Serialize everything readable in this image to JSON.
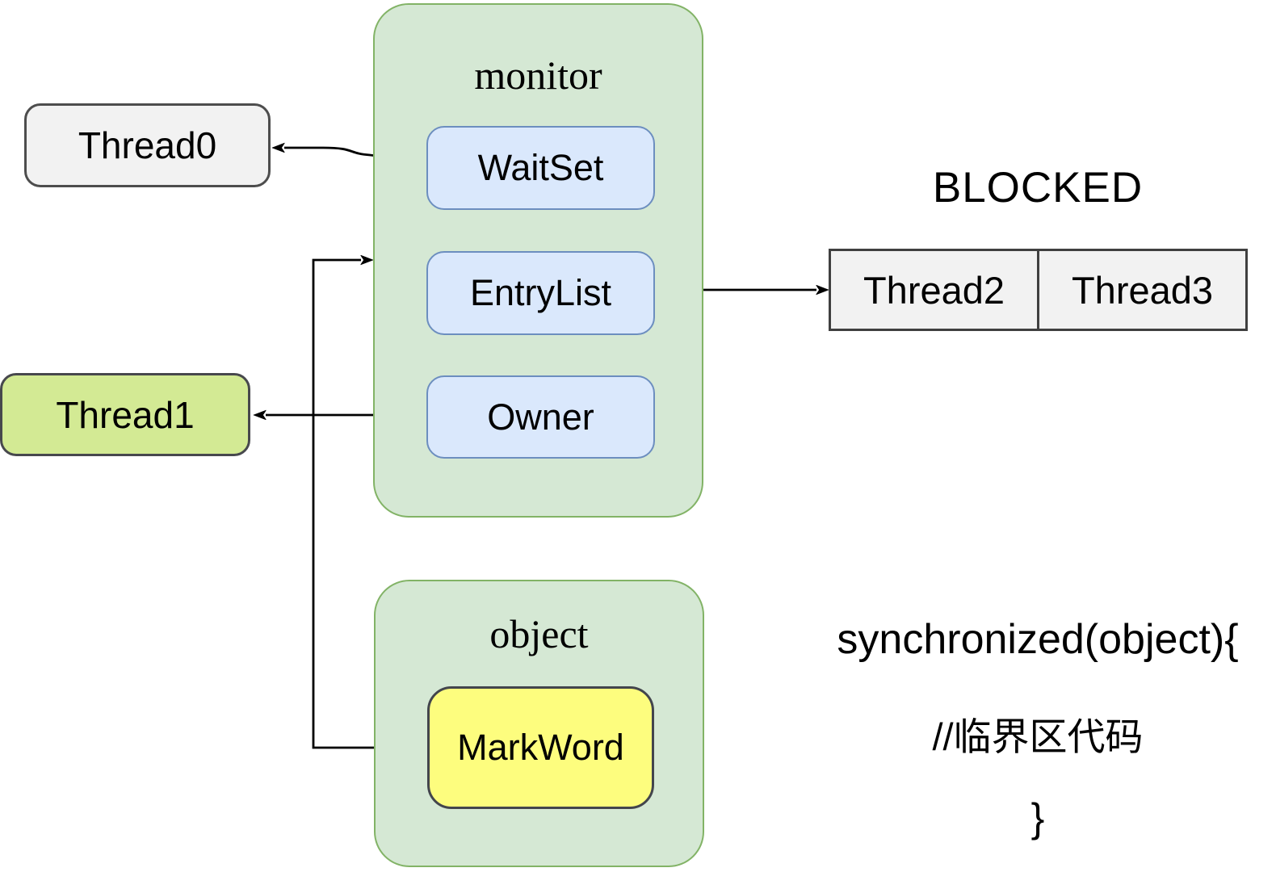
{
  "diagram": {
    "monitor": {
      "title": "monitor",
      "items": [
        {
          "id": "waitset",
          "label": "WaitSet"
        },
        {
          "id": "entrylist",
          "label": "EntryList"
        },
        {
          "id": "owner",
          "label": "Owner"
        }
      ]
    },
    "object_group": {
      "title": "object",
      "items": [
        {
          "id": "markword",
          "label": "MarkWord"
        }
      ]
    },
    "threads": {
      "thread0": {
        "label": "Thread0"
      },
      "thread1": {
        "label": "Thread1"
      }
    },
    "blocked": {
      "title": "BLOCKED",
      "cells": [
        {
          "label": "Thread2"
        },
        {
          "label": "Thread3"
        }
      ]
    },
    "code": {
      "line1": "synchronized(object){",
      "line2": "//临界区代码",
      "line3": "}"
    },
    "connections": [
      {
        "from": "WaitSet",
        "to": "Thread0"
      },
      {
        "from": "EntryList",
        "to": "BLOCKED table"
      },
      {
        "from": "Owner",
        "to": "Thread1"
      },
      {
        "from": "MarkWord",
        "to": "monitor"
      }
    ],
    "colors": {
      "group_fill": "#d5e8d4",
      "group_stroke": "#82b366",
      "slot_fill": "#dae8fc",
      "slot_stroke": "#6c8ebf",
      "neutral_fill": "#f2f2f2",
      "neutral_stroke": "#4d4d4d",
      "thread1_fill": "#d3ea94",
      "markword_fill": "#fdfd7e",
      "connector": "#000000"
    }
  }
}
